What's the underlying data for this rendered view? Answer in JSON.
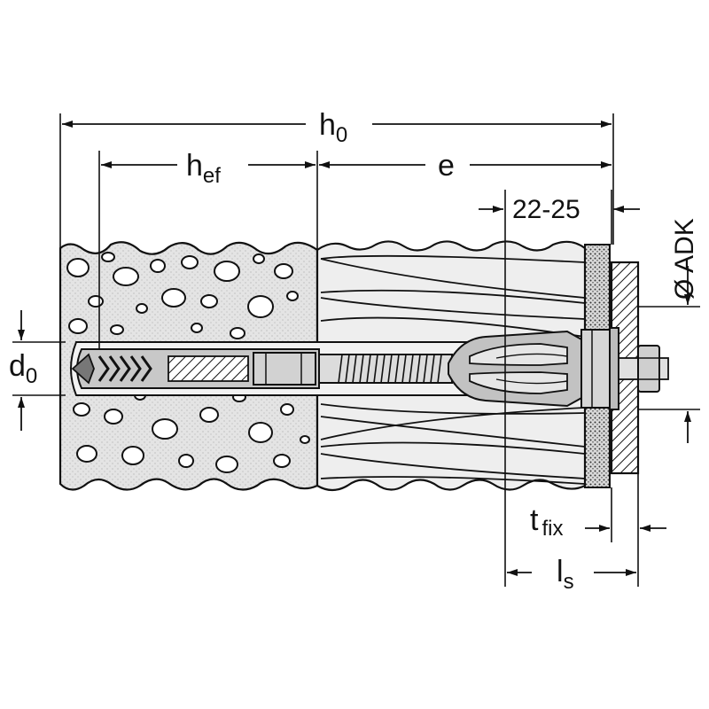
{
  "labels": {
    "h0_main": "h",
    "h0_sub": "0",
    "hef_main": "h",
    "hef_sub": "ef",
    "e": "e",
    "spacer": "22-25",
    "adk": "Ø ADK",
    "d0_main": "d",
    "d0_sub": "0",
    "tfix_main": "t",
    "tfix_sub": "fix",
    "ls_main": "l",
    "ls_sub": "s"
  },
  "colors": {
    "ink": "#111111",
    "concrete": "#e3e3e3",
    "insulation": "#ececec",
    "anchor": "#bdbdbd",
    "background": "#ffffff"
  }
}
